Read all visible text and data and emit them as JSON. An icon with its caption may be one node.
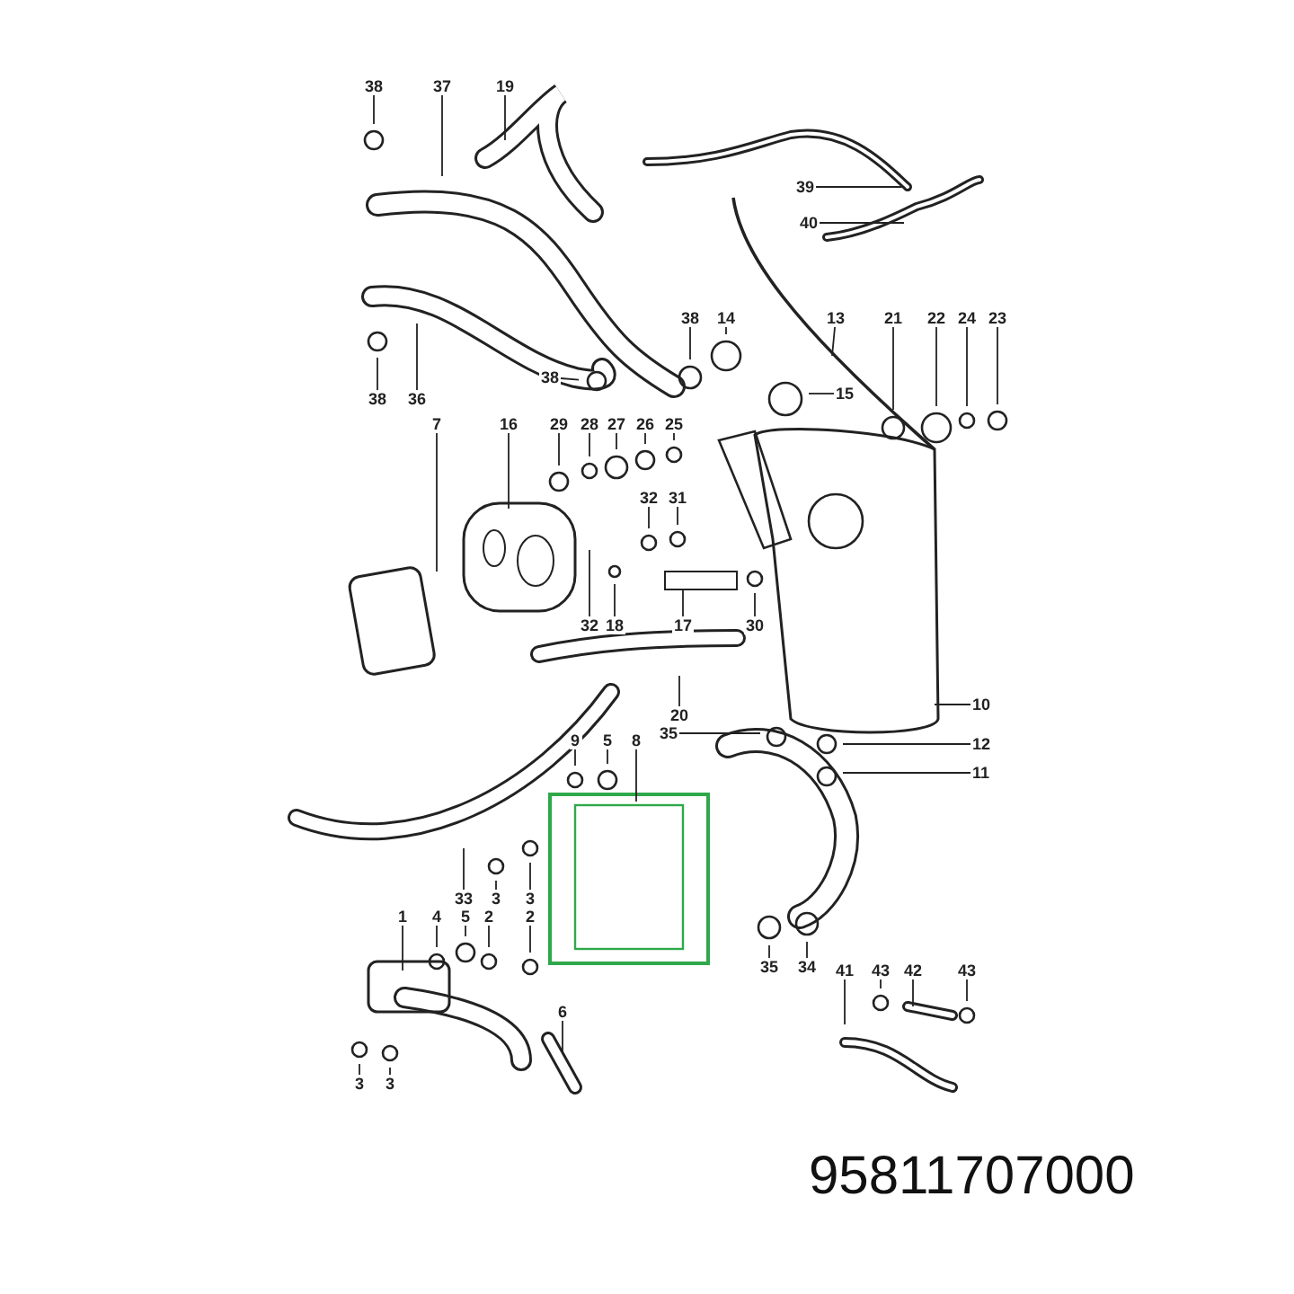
{
  "diagram": {
    "nodes": [
      {
        "text": [
          "38"
        ]
      },
      {
        "text": [
          "37"
        ]
      },
      {
        "text": [
          "19"
        ]
      },
      {
        "text": [
          "39"
        ]
      },
      {
        "text": [
          "40"
        ]
      },
      {
        "text": [
          "38"
        ]
      },
      {
        "text": [
          "14"
        ]
      },
      {
        "text": [
          "13"
        ]
      },
      {
        "text": [
          "21"
        ]
      },
      {
        "text": [
          "22"
        ]
      },
      {
        "text": [
          "24"
        ]
      },
      {
        "text": [
          "23"
        ]
      },
      {
        "text": [
          "38"
        ]
      },
      {
        "text": [
          "38"
        ]
      },
      {
        "text": [
          "36"
        ]
      },
      {
        "text": [
          "15"
        ]
      },
      {
        "text": [
          "7"
        ]
      },
      {
        "text": [
          "16"
        ]
      },
      {
        "text": [
          "29"
        ]
      },
      {
        "text": [
          "28"
        ]
      },
      {
        "text": [
          "27"
        ]
      },
      {
        "text": [
          "26"
        ]
      },
      {
        "text": [
          "25"
        ]
      },
      {
        "text": [
          "32"
        ]
      },
      {
        "text": [
          "31"
        ]
      },
      {
        "text": [
          "32"
        ]
      },
      {
        "text": [
          "18"
        ]
      },
      {
        "text": [
          "17"
        ]
      },
      {
        "text": [
          "30"
        ]
      },
      {
        "text": [
          "10"
        ]
      },
      {
        "text": [
          "20"
        ]
      },
      {
        "text": [
          "35"
        ]
      },
      {
        "text": [
          "12"
        ]
      },
      {
        "text": [
          "9"
        ]
      },
      {
        "text": [
          "5"
        ]
      },
      {
        "text": [
          "8"
        ]
      },
      {
        "text": [
          "11"
        ]
      },
      {
        "text": [
          "33"
        ]
      },
      {
        "text": [
          "3"
        ]
      },
      {
        "text": [
          "3"
        ]
      },
      {
        "text": [
          "1"
        ]
      },
      {
        "text": [
          "4"
        ]
      },
      {
        "text": [
          "5"
        ]
      },
      {
        "text": [
          "2"
        ]
      },
      {
        "text": [
          "2"
        ]
      },
      {
        "text": [
          "35"
        ]
      },
      {
        "text": [
          "34"
        ]
      },
      {
        "text": [
          "41"
        ]
      },
      {
        "text": [
          "43"
        ]
      },
      {
        "text": [
          "42"
        ]
      },
      {
        "text": [
          "43"
        ]
      },
      {
        "text": [
          "6"
        ]
      },
      {
        "text": [
          "3"
        ]
      },
      {
        "text": [
          "3"
        ]
      }
    ],
    "edges": [
      {
        "from": 0,
        "to": null,
        "arrow": "none"
      },
      {
        "from": 1,
        "to": null,
        "arrow": "none"
      },
      {
        "from": 2,
        "to": null,
        "arrow": "none"
      },
      {
        "from": 3,
        "to": null,
        "arrow": "none"
      },
      {
        "from": 4,
        "to": null,
        "arrow": "none"
      },
      {
        "from": 5,
        "to": null,
        "arrow": "none"
      },
      {
        "from": 6,
        "to": null,
        "arrow": "none"
      },
      {
        "from": 7,
        "to": null,
        "arrow": "none"
      },
      {
        "from": 8,
        "to": null,
        "arrow": "none"
      },
      {
        "from": 9,
        "to": null,
        "arrow": "none"
      },
      {
        "from": 10,
        "to": null,
        "arrow": "none"
      },
      {
        "from": 11,
        "to": null,
        "arrow": "none"
      },
      {
        "from": 12,
        "to": null,
        "arrow": "none"
      },
      {
        "from": 13,
        "to": null,
        "arrow": "none"
      },
      {
        "from": 14,
        "to": null,
        "arrow": "none"
      },
      {
        "from": 15,
        "to": null,
        "arrow": "none"
      },
      {
        "from": 16,
        "to": null,
        "arrow": "none"
      },
      {
        "from": 17,
        "to": null,
        "arrow": "none"
      },
      {
        "from": 18,
        "to": null,
        "arrow": "none"
      },
      {
        "from": 19,
        "to": null,
        "arrow": "none"
      },
      {
        "from": 20,
        "to": null,
        "arrow": "none"
      },
      {
        "from": 21,
        "to": null,
        "arrow": "none"
      },
      {
        "from": 22,
        "to": null,
        "arrow": "none"
      },
      {
        "from": 23,
        "to": null,
        "arrow": "none"
      },
      {
        "from": 24,
        "to": null,
        "arrow": "none"
      },
      {
        "from": 25,
        "to": null,
        "arrow": "none"
      },
      {
        "from": 26,
        "to": null,
        "arrow": "none"
      },
      {
        "from": 27,
        "to": null,
        "arrow": "none"
      },
      {
        "from": 28,
        "to": null,
        "arrow": "none"
      },
      {
        "from": 29,
        "to": null,
        "arrow": "none"
      },
      {
        "from": 30,
        "to": null,
        "arrow": "none"
      },
      {
        "from": 31,
        "to": null,
        "arrow": "none"
      },
      {
        "from": 32,
        "to": null,
        "arrow": "none"
      },
      {
        "from": 33,
        "to": null,
        "arrow": "none"
      },
      {
        "from": 34,
        "to": null,
        "arrow": "none"
      },
      {
        "from": 35,
        "to": null,
        "arrow": "none"
      },
      {
        "from": 36,
        "to": null,
        "arrow": "none"
      },
      {
        "from": 37,
        "to": null,
        "arrow": "none"
      },
      {
        "from": 38,
        "to": null,
        "arrow": "none"
      },
      {
        "from": 39,
        "to": null,
        "arrow": "none"
      },
      {
        "from": 40,
        "to": null,
        "arrow": "none"
      },
      {
        "from": 41,
        "to": null,
        "arrow": "none"
      },
      {
        "from": 42,
        "to": null,
        "arrow": "none"
      },
      {
        "from": 43,
        "to": null,
        "arrow": "none"
      },
      {
        "from": 44,
        "to": null,
        "arrow": "none"
      },
      {
        "from": 45,
        "to": null,
        "arrow": "none"
      },
      {
        "from": 46,
        "to": null,
        "arrow": "none"
      },
      {
        "from": 47,
        "to": null,
        "arrow": "none"
      },
      {
        "from": 48,
        "to": null,
        "arrow": "none"
      },
      {
        "from": 49,
        "to": null,
        "arrow": "none"
      },
      {
        "from": 50,
        "to": null,
        "arrow": "none"
      },
      {
        "from": 51,
        "to": null,
        "arrow": "none"
      },
      {
        "from": 52,
        "to": null,
        "arrow": "none"
      },
      {
        "from": 53,
        "to": null,
        "arrow": "none"
      }
    ],
    "labels": [
      "95811707000"
    ]
  }
}
